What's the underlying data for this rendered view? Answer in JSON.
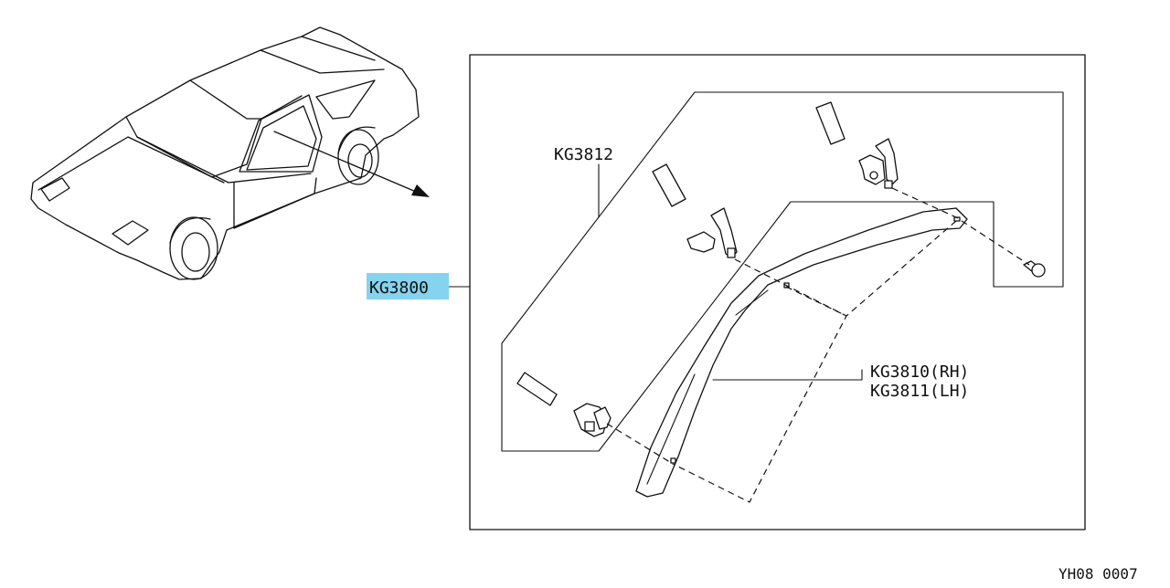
{
  "callouts": {
    "assembly": "KG3800",
    "upper_trim": "KG3812",
    "trim_rh": "KG3810(RH)",
    "trim_lh": "KG3811(LH)"
  },
  "diagram_code": "YH08 0007",
  "colors": {
    "highlight": "#85d3ee",
    "line": "#111111",
    "background": "#ffffff"
  },
  "highlighted_callout": "KG3800"
}
